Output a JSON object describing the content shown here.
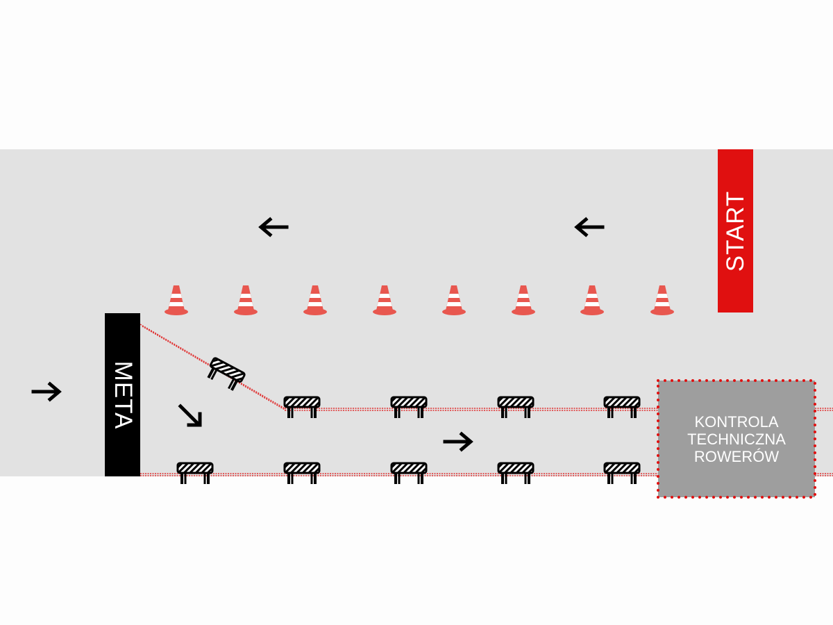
{
  "labels": {
    "start": "START",
    "meta": "META",
    "inspection_lines": [
      "KONTROLA",
      "TECHNICZNA",
      "ROWERÓW"
    ]
  },
  "colors": {
    "road": "#e2e2e2",
    "start": "#e01010",
    "meta": "#000000",
    "inspection": "#9e9e9e",
    "border_dots": "#e01010",
    "cone": "#e8574f",
    "tape": "#e01010",
    "arrow": "#000000"
  },
  "icons": {
    "arrow": "arrow-icon",
    "cone": "traffic-cone-icon",
    "barrier": "barrier-icon"
  }
}
